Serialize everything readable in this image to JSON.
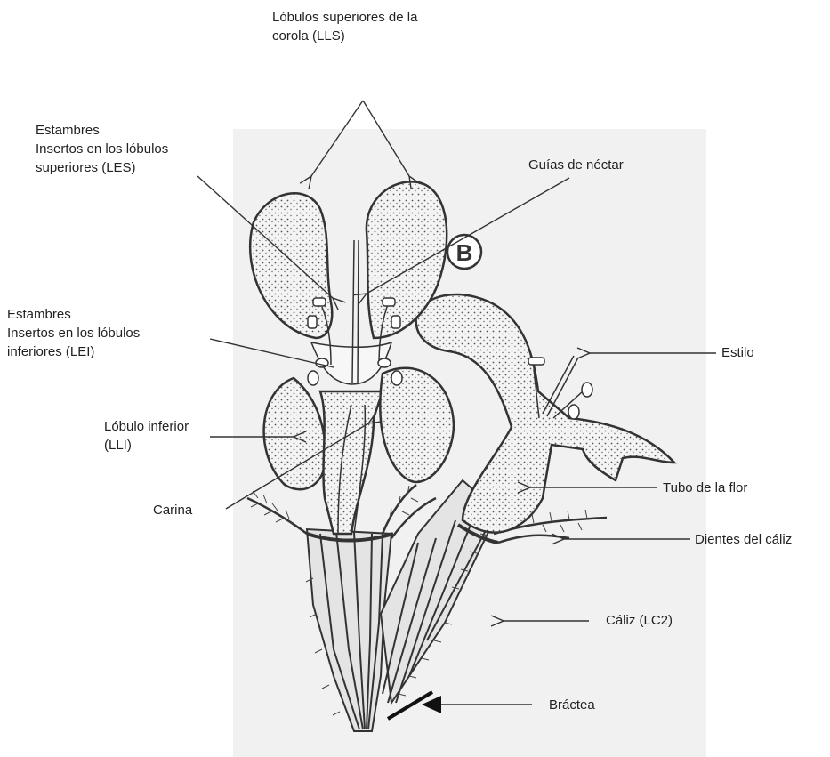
{
  "badge": "B",
  "labels": {
    "lls": {
      "line1": "Lóbulos superiores de la",
      "line2": "corola  (LLS)"
    },
    "les": {
      "line1": "Estambres",
      "line2": "Insertos en los lóbulos",
      "line3": "superiores (LES)"
    },
    "nectar": "Guías de néctar",
    "lei": {
      "line1": "Estambres",
      "line2": "Insertos en los lóbulos",
      "line3": "inferiores (LEI)"
    },
    "estilo": "Estilo",
    "lli": {
      "line1": "Lóbulo inferior",
      "line2": "(LLI)"
    },
    "carina": "Carina",
    "tubo": "Tubo de la flor",
    "dientes": "Dientes del cáliz",
    "caliz": "Cáliz  (LC2)",
    "bractea": "Bráctea"
  },
  "colors": {
    "ink": "#333333",
    "stipple": "#555555",
    "paper": "#f2f2f2"
  }
}
